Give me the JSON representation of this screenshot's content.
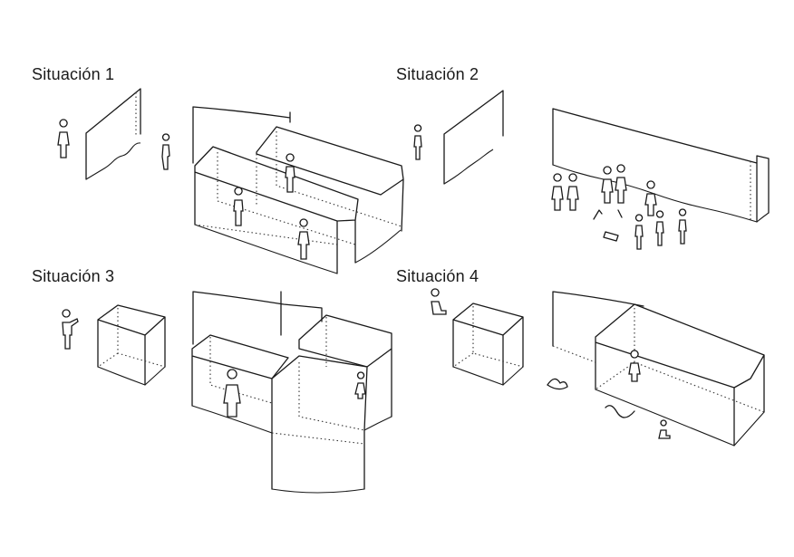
{
  "panels": [
    {
      "title": "Situación 1"
    },
    {
      "title": "Situación 2"
    },
    {
      "title": "Situación 3"
    },
    {
      "title": "Situación 4"
    }
  ]
}
